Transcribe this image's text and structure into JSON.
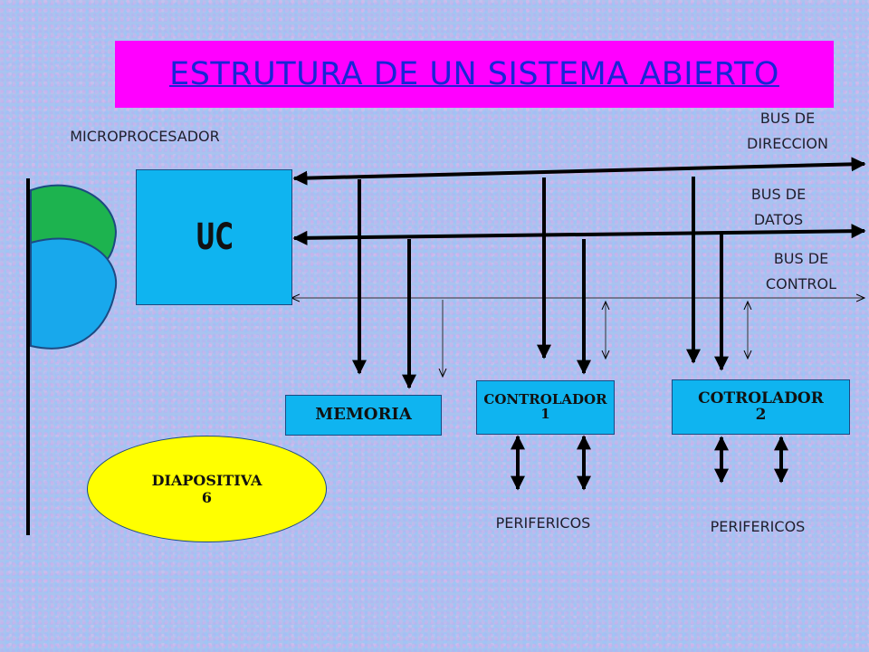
{
  "title": "ESTRUTURA DE UN SISTEMA ABIERTO",
  "labels": {
    "microprocesador": "MICROPROCESADOR",
    "bus_direccion_1": "BUS DE",
    "bus_direccion_2": "DIRECCION",
    "bus_datos_1": "BUS DE",
    "bus_datos_2": "DATOS",
    "bus_control_1": "BUS DE",
    "bus_control_2": "CONTROL",
    "perifericos_1": "PERIFERICOS",
    "perifericos_2": "PERIFERICOS"
  },
  "boxes": {
    "uc": "UC",
    "memoria": "memoria",
    "controlador1_line1": "Controlador",
    "controlador1_line2": "1",
    "controlador2_line1": "cotrolador",
    "controlador2_line2": "2"
  },
  "ellipse": {
    "line1": "diapositiva",
    "line2": "6"
  },
  "colors": {
    "title_background": "#ff00ff",
    "title_text": "#1a24d6",
    "box_fill": "#0fb4f0",
    "ellipse_fill": "#ffff00",
    "green_shape": "#1db34f",
    "blue_shape": "#18a8ec"
  }
}
